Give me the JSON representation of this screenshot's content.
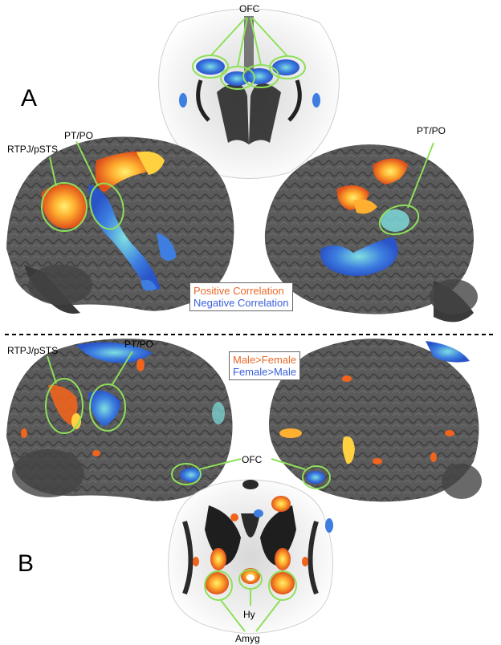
{
  "panels": {
    "a": "A",
    "b": "B"
  },
  "labels": {
    "ofc_top": "OFC",
    "rtpj_a": "RTPJ/pSTS",
    "ptpo_a_left": "PT/PO",
    "ptpo_a_right": "PT/PO",
    "rtpj_b": "RTPJ/pSTS",
    "ptpo_b": "PT/PO",
    "ofc_bottom": "OFC",
    "hy": "Hy",
    "amyg": "Amyg"
  },
  "legend_a": {
    "positive": "Positive Correlation",
    "negative": "Negative Correlation",
    "positive_color": "#e8692a",
    "negative_color": "#3a5fd8"
  },
  "legend_b": {
    "male_gt_female": "Male>Female",
    "female_gt_male": "Female>Male",
    "male_color": "#e8692a",
    "female_color": "#3a5fd8"
  },
  "colors": {
    "roi_circle": "#8ee05a",
    "brain": "#555555",
    "activation_orange": "#f0641e",
    "activation_yellow": "#ffd040",
    "activation_blue": "#3d7ee0"
  }
}
